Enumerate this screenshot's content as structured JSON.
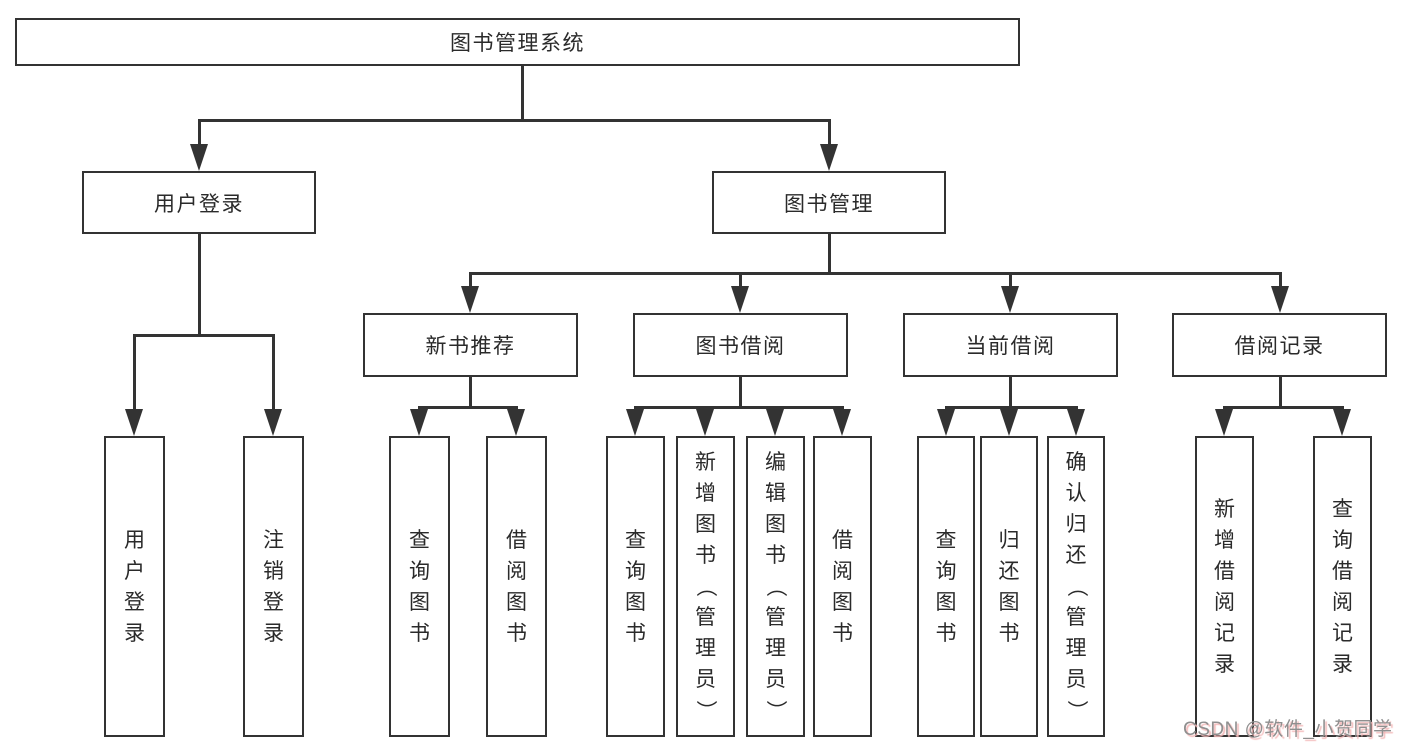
{
  "colors": {
    "line": "#333333",
    "box_border": "#333333",
    "box_background": "#ffffff",
    "text": "#2a2a2a",
    "watermark_text": "#8f8f8f",
    "watermark_shadow": "#f3b9b9"
  },
  "watermark": {
    "text": "CSDN @软件_小贺同学"
  },
  "diagram": {
    "type": "tree",
    "root": {
      "label": "图书管理系统",
      "children": [
        {
          "label": "用户登录",
          "children": [
            {
              "label": "用户登录"
            },
            {
              "label": "注销登录"
            }
          ]
        },
        {
          "label": "图书管理",
          "children": [
            {
              "label": "新书推荐",
              "children": [
                {
                  "label": "查询图书"
                },
                {
                  "label": "借阅图书"
                }
              ]
            },
            {
              "label": "图书借阅",
              "children": [
                {
                  "label": "查询图书"
                },
                {
                  "label": "新增图书（管理员）"
                },
                {
                  "label": "编辑图书（管理员）"
                },
                {
                  "label": "借阅图书"
                }
              ]
            },
            {
              "label": "当前借阅",
              "children": [
                {
                  "label": "查询图书"
                },
                {
                  "label": "归还图书"
                },
                {
                  "label": "确认归还（管理员）"
                }
              ]
            },
            {
              "label": "借阅记录",
              "children": [
                {
                  "label": "新增借阅记录"
                },
                {
                  "label": "查询借阅记录"
                }
              ]
            }
          ]
        }
      ]
    }
  }
}
